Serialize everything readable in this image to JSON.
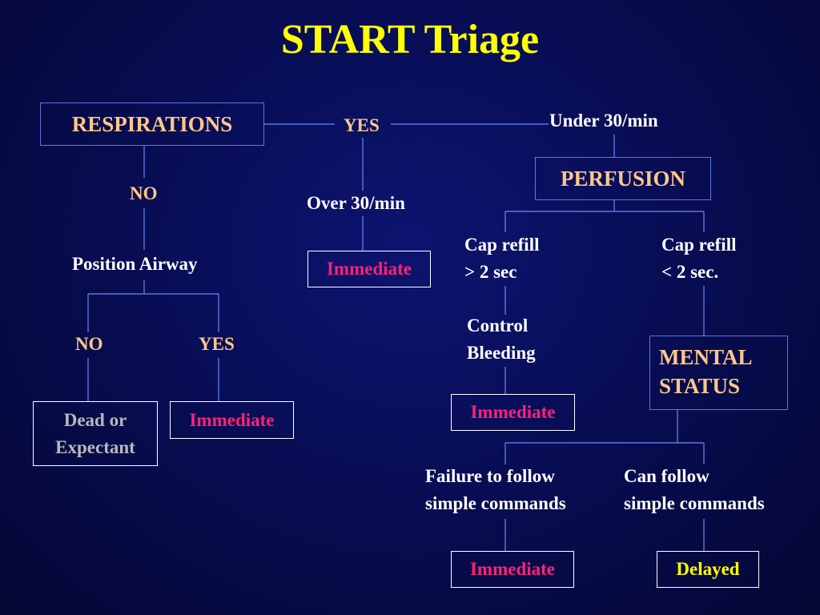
{
  "title": "START Triage",
  "nodes": {
    "respirations": "RESPIRATIONS",
    "resp_yes": "YES",
    "under_30": "Under 30/min",
    "perfusion": "PERFUSION",
    "resp_no": "NO",
    "over_30": "Over 30/min",
    "over_30_result": "Immediate",
    "position_airway": "Position Airway",
    "airway_no": "NO",
    "airway_yes": "YES",
    "dead_expectant": [
      "Dead or",
      "Expectant"
    ],
    "airway_yes_result": "Immediate",
    "cap_refill_gt": [
      "Cap refill",
      "> 2 sec"
    ],
    "cap_refill_lt": [
      "Cap refill",
      "< 2 sec."
    ],
    "control_bleeding": [
      "Control",
      "Bleeding"
    ],
    "cap_refill_gt_result": "Immediate",
    "mental_status": [
      "MENTAL",
      "STATUS"
    ],
    "failure_follow": [
      "Failure to follow",
      "simple commands"
    ],
    "can_follow": [
      "Can follow",
      "simple commands"
    ],
    "failure_result": "Immediate",
    "can_follow_result": "Delayed"
  },
  "colors": {
    "background": "#080d55",
    "title": "#ffff00",
    "connector": "#5a78e0",
    "label_white": "#ffffff",
    "label_orange": "#ffc888",
    "immediate": "#ff2277",
    "delayed": "#ffff00",
    "expectant": "#b9b9b9"
  }
}
